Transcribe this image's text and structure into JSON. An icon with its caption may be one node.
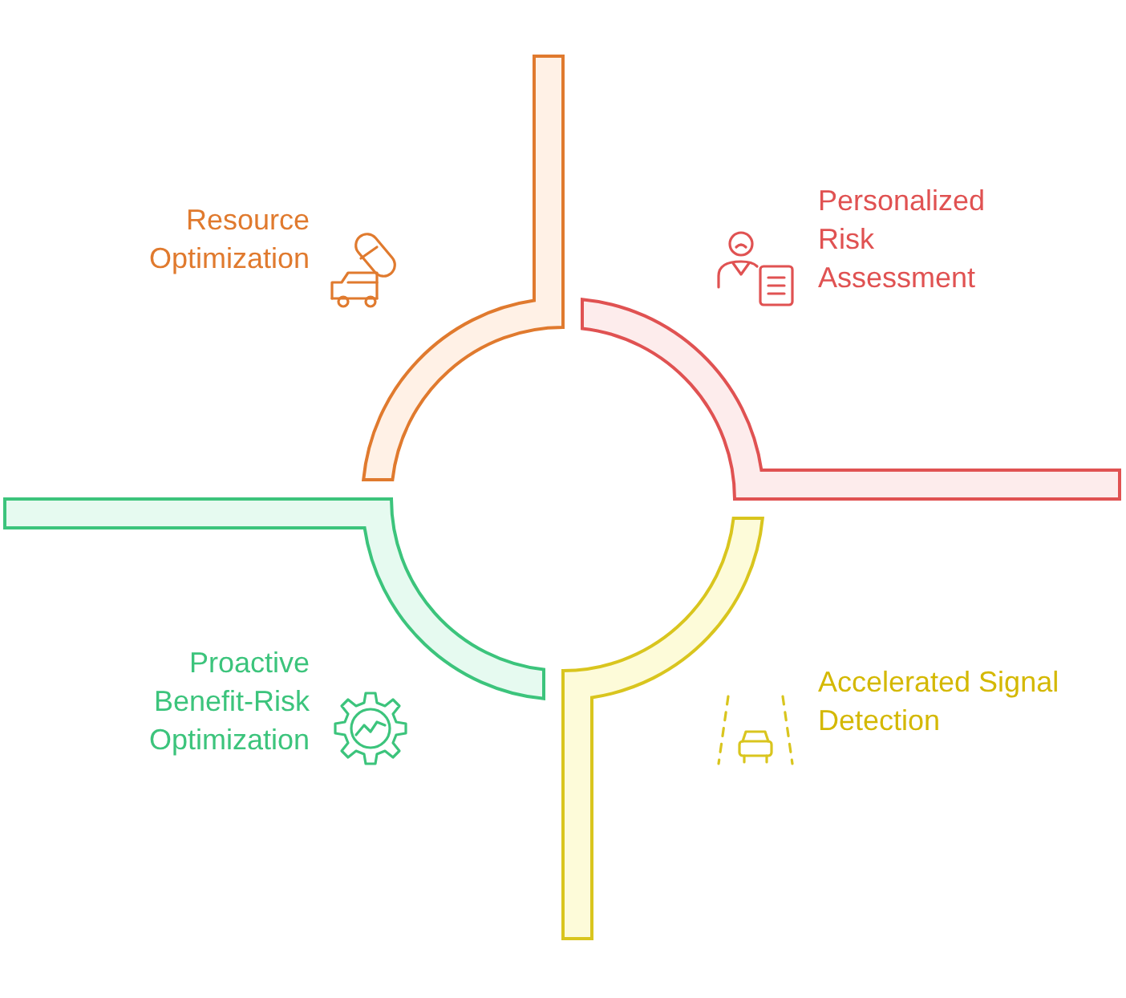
{
  "diagram": {
    "nodes": [
      {
        "text": [
          "Resource Optimization"
        ]
      },
      {
        "text": [
          "Personalized Risk Assessment"
        ]
      },
      {
        "text": [
          "Proactive Benefit-Risk Optimization"
        ]
      },
      {
        "text": [
          "Accelerated Signal Detection"
        ]
      },
      {
        "text": [],
        "shape": "band"
      },
      {
        "text": [],
        "shape": "band"
      },
      {
        "text": [],
        "shape": "band"
      },
      {
        "text": [],
        "shape": "band"
      }
    ]
  }
}
